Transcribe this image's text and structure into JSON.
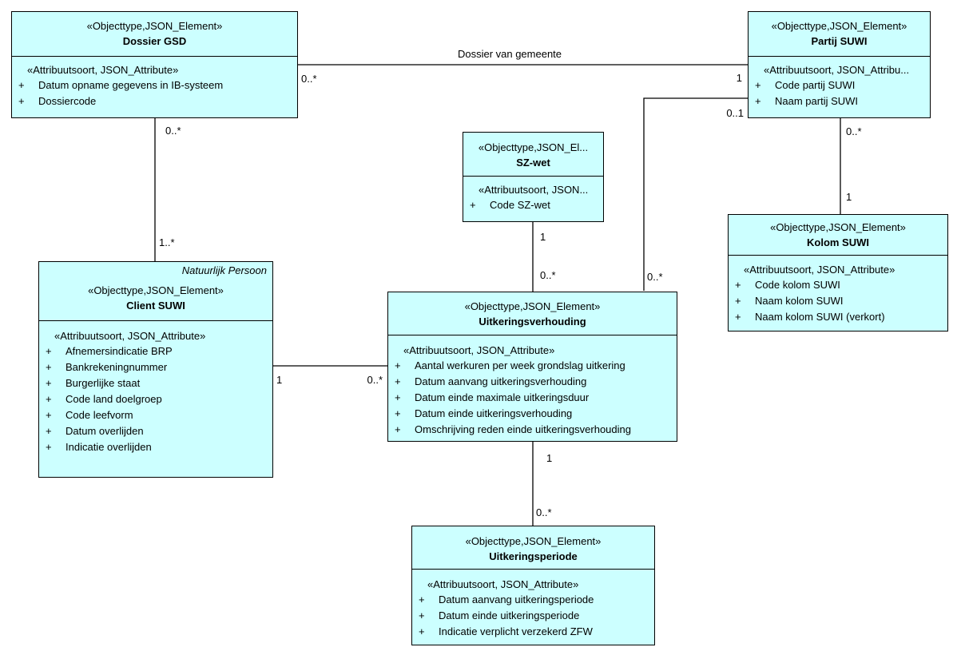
{
  "diagram": {
    "kind": "uml-class-diagram",
    "visibility_marker": "+",
    "colors": {
      "node_fill": "#ccffff",
      "node_border": "#000000",
      "connector": "#000000",
      "background": "#ffffff",
      "text": "#000000"
    },
    "classes": [
      {
        "name": "Dossier GSD",
        "stereotype": "«Objecttype,JSON_Element»",
        "attr_stereotype": "«Attribuutsoort, JSON_Attribute»",
        "attributes": [
          "Datum opname gegevens in IB-systeem",
          "Dossiercode"
        ]
      },
      {
        "name": "Partij SUWI",
        "stereotype": "«Objecttype,JSON_Element»",
        "attr_stereotype": "«Attribuutsoort, JSON_Attribu...",
        "attributes": [
          "Code partij SUWI",
          "Naam partij SUWI"
        ]
      },
      {
        "name": "SZ-wet",
        "stereotype": "«Objecttype,JSON_El...",
        "attr_stereotype": "«Attribuutsoort, JSON...",
        "attributes": [
          "Code SZ-wet"
        ]
      },
      {
        "name": "Kolom SUWI",
        "stereotype": "«Objecttype,JSON_Element»",
        "attr_stereotype": "«Attribuutsoort, JSON_Attribute»",
        "attributes": [
          "Code kolom SUWI",
          "Naam kolom SUWI",
          "Naam kolom SUWI (verkort)"
        ]
      },
      {
        "name": "Client SUWI",
        "corner_label": "Natuurlijk Persoon",
        "stereotype": "«Objecttype,JSON_Element»",
        "attr_stereotype": "«Attribuutsoort, JSON_Attribute»",
        "attributes": [
          "Afnemersindicatie BRP",
          "Bankrekeningnummer",
          "Burgerlijke staat",
          "Code land doelgroep",
          "Code leefvorm",
          "Datum overlijden",
          "Indicatie overlijden"
        ]
      },
      {
        "name": "Uitkeringsverhouding",
        "stereotype": "«Objecttype,JSON_Element»",
        "attr_stereotype": "«Attribuutsoort, JSON_Attribute»",
        "attributes": [
          "Aantal werkuren per week grondslag uitkering",
          "Datum aanvang uitkeringsverhouding",
          "Datum einde maximale uitkeringsduur",
          "Datum einde uitkeringsverhouding",
          "Omschrijving reden einde uitkeringsverhouding"
        ]
      },
      {
        "name": "Uitkeringsperiode",
        "stereotype": "«Objecttype,JSON_Element»",
        "attr_stereotype": "«Attribuutsoort, JSON_Attribute»",
        "attributes": [
          "Datum aanvang uitkeringsperiode",
          "Datum einde uitkeringsperiode",
          "Indicatie verplicht verzekerd ZFW"
        ]
      }
    ],
    "associations": [
      {
        "label": "Dossier van gemeente",
        "source": "Dossier GSD",
        "target": "Partij SUWI",
        "source_mult": "0..*",
        "target_mult": "1"
      },
      {
        "label": "",
        "source": "Partij SUWI",
        "target": "Uitkeringsverhouding",
        "source_mult": "0..1",
        "target_mult": "0..*"
      },
      {
        "label": "",
        "source": "Dossier GSD",
        "target": "Client SUWI",
        "source_mult": "0..*",
        "target_mult": "1..*"
      },
      {
        "label": "",
        "source": "Partij SUWI",
        "target": "Kolom SUWI",
        "source_mult": "0..*",
        "target_mult": "1"
      },
      {
        "label": "",
        "source": "SZ-wet",
        "target": "Uitkeringsverhouding",
        "source_mult": "1",
        "target_mult": "0..*"
      },
      {
        "label": "",
        "source": "Client SUWI",
        "target": "Uitkeringsverhouding",
        "source_mult": "1",
        "target_mult": "0..*"
      },
      {
        "label": "",
        "source": "Uitkeringsverhouding",
        "target": "Uitkeringsperiode",
        "source_mult": "1",
        "target_mult": "0..*"
      }
    ]
  }
}
